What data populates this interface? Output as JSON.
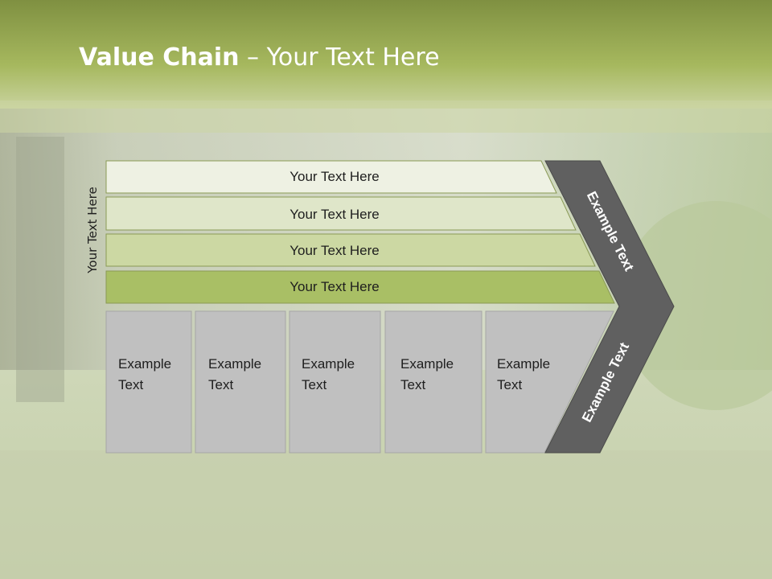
{
  "slide": {
    "title_bold": "Value Chain",
    "title_rest": " – Your Text Here",
    "side_label": "Your Text Here",
    "bars": [
      "Your Text Here",
      "Your Text Here",
      "Your Text Here",
      "Your Text Here"
    ],
    "boxes": [
      {
        "line1": "Example",
        "line2": "Text"
      },
      {
        "line1": "Example",
        "line2": "Text"
      },
      {
        "line1": "Example",
        "line2": "Text"
      },
      {
        "line1": "Example",
        "line2": "Text"
      },
      {
        "line1": "Example",
        "line2": "Text"
      }
    ],
    "arrow_top_label": "Example Text",
    "arrow_bottom_label": "Example Text"
  },
  "colors": {
    "header": "#9aad55",
    "bar1": "#eef1e3",
    "bar2": "#dfe6c9",
    "bar3": "#ccd8a3",
    "bar4": "#a9bf65",
    "box": "#c0c0c0",
    "chevron": "#606060"
  }
}
